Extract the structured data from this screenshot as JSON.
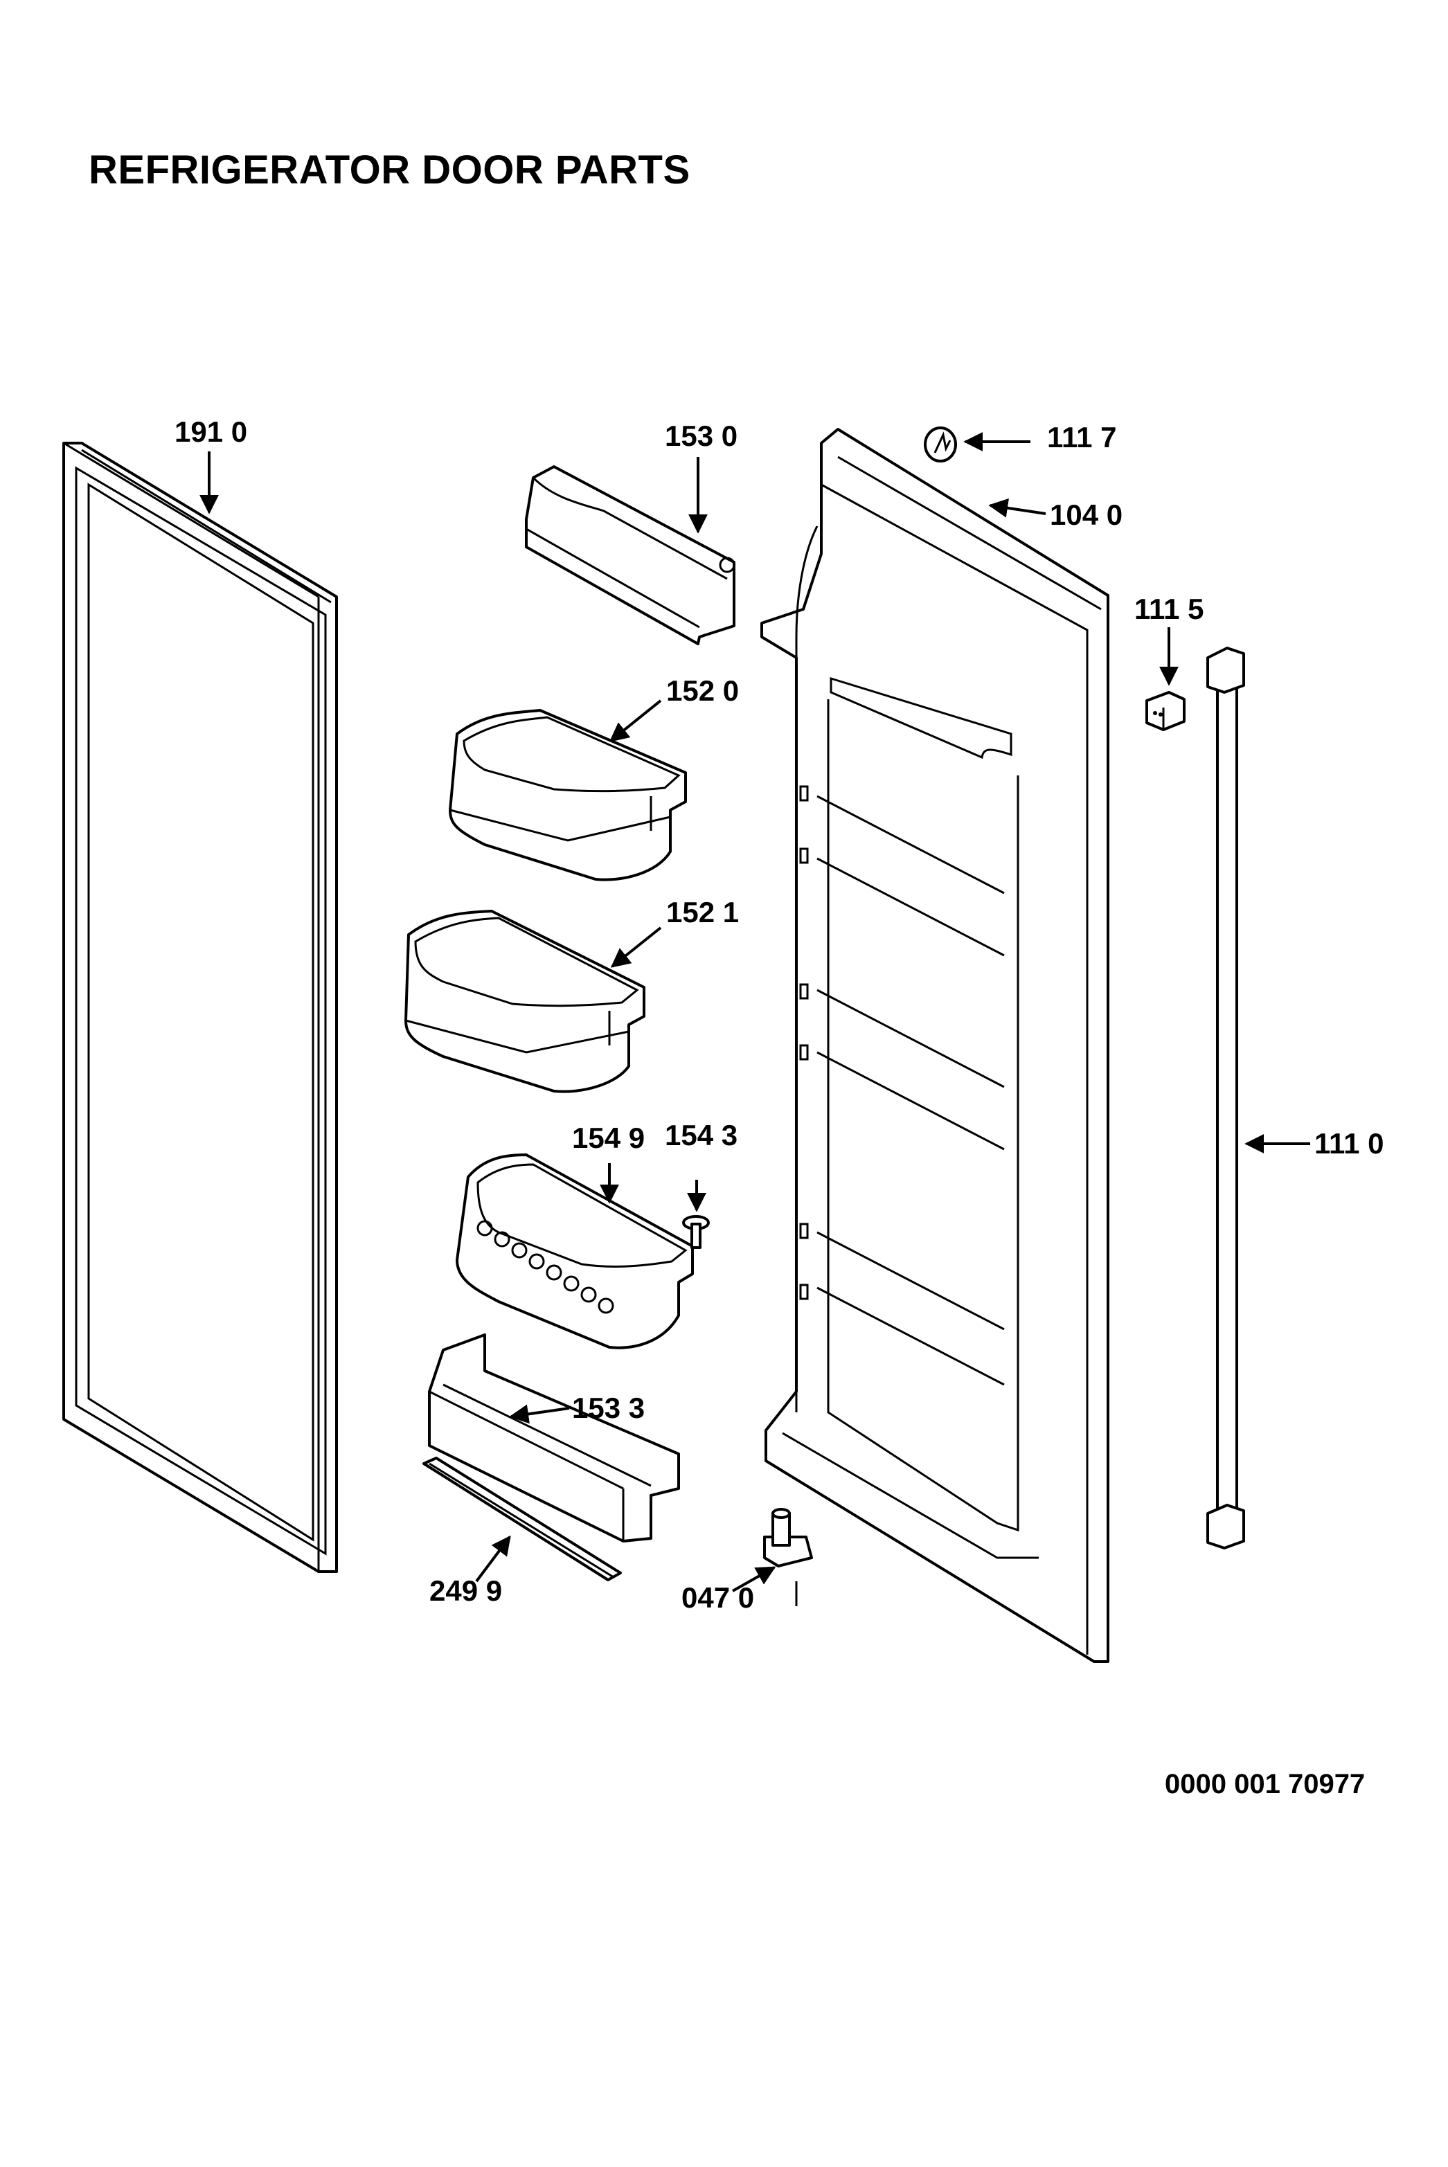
{
  "title": "REFRIGERATOR DOOR PARTS",
  "document_number": "0000 001 70977",
  "parts": {
    "gasket": "191 0",
    "shelf_cover": "153 0",
    "cover_badge": "111 7",
    "door_liner": "104 0",
    "bracket_small": "111 5",
    "door_bin_upper": "152 0",
    "door_bin_lower": "152 1",
    "egg_bin": "154 9",
    "screw": "154 3",
    "handle": "111 0",
    "bottle_bin": "153 3",
    "trim_strip": "249 9",
    "hinge_pin": "047 0"
  }
}
